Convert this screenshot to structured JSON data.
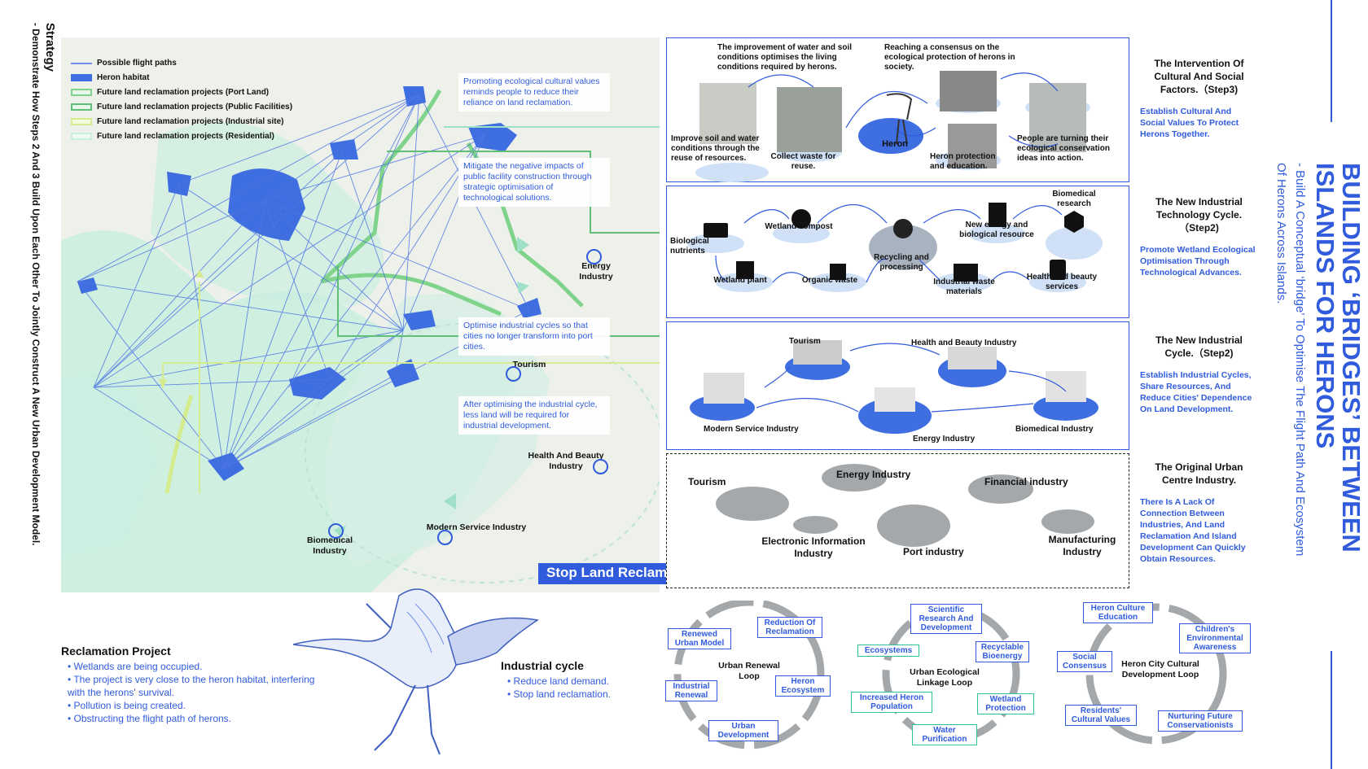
{
  "strategy": {
    "title": "Strategy",
    "subtitle": "- Demonstrate How Steps 2 And 3 Build Upon Each Other To Jointly Construct A New Urban Development Model."
  },
  "legend": [
    {
      "label": "Possible flight paths",
      "color": "#6f8fe8"
    },
    {
      "label": "Heron habitat",
      "color": "#3f6ee0"
    },
    {
      "label": "Future land reclamation projects (Port Land)",
      "color": "#7fd38a"
    },
    {
      "label": "Future land reclamation projects (Public Facilities)",
      "color": "#5fbf77"
    },
    {
      "label": "Future land reclamation projects (Industrial site)",
      "color": "#d4ec8e"
    },
    {
      "label": "Future land reclamation projects (Residential)",
      "color": "#c9efe0"
    }
  ],
  "map_notes": {
    "n1": "Promoting ecological cultural values reminds people to reduce their reliance on land reclamation.",
    "n2": "Mitigate the negative impacts of public facility construction through strategic optimisation of technological solutions.",
    "n3": "Optimise industrial cycles so that cities no longer transform into port cities.",
    "n4": "After optimising the industrial cycle, less land will be required for industrial development."
  },
  "map_labels": {
    "energy": "Energy Industry",
    "tourism": "Tourism",
    "health": "Health And Beauty Industry",
    "biomedical": "Biomedical Industry",
    "modern": "Modern Service Industry"
  },
  "stop_button": "Stop Land Reclamation!",
  "panel1": {
    "top_left": "The improvement of water and soil conditions optimises the living conditions required by herons.",
    "top_right": "Reaching a consensus on the ecological protection of herons in society.",
    "improve": "Improve soil and water conditions through the reuse of resources.",
    "collect": "Collect waste for reuse.",
    "heron": "Heron",
    "protection": "Heron protection and education.",
    "people": "People are turning their ecological conservation ideas into action."
  },
  "panel2": {
    "bio": "Biological nutrients",
    "compost": "Wetland compost",
    "plant": "Wetland plant",
    "organic": "Organic waste",
    "recycling": "Recycling and processing",
    "newenergy": "New energy and biological resource",
    "industrialwaste": "Industrial waste materials",
    "biomedical": "Biomedical research",
    "health": "Health and beauty services"
  },
  "panel3": {
    "tourism": "Tourism",
    "health": "Health and Beauty Industry",
    "modern": "Modern Service Industry",
    "energy": "Energy Industry",
    "biomedical": "Biomedical Industry"
  },
  "panel4": {
    "tourism": "Tourism",
    "energy": "Energy Industry",
    "financial": "Financial industry",
    "electronic": "Electronic Information Industry",
    "port": "Port industry",
    "manufacturing": "Manufacturing Industry"
  },
  "right_desc": [
    {
      "heading": "The Intervention Of Cultural And Social Factors.（Step3)",
      "body": "Establish Cultural And Social Values To Protect Herons Together."
    },
    {
      "heading": "The New Industrial Technology Cycle.（Step2)",
      "body": "Promote Wetland Ecological Optimisation Through Technological Advances."
    },
    {
      "heading": "The New Industrial Cycle.（Step2)",
      "body": "Establish Industrial Cycles, Share Resources, And Reduce Cities' Dependence On Land Development."
    },
    {
      "heading": "The Original Urban Centre Industry.",
      "body": "There Is A Lack Of Connection Between Industries, And Land Reclamation And Island Development Can Quickly Obtain Resources."
    }
  ],
  "big_title": {
    "line1": "BUILDING ‘BRIDGES’ BETWEEN",
    "line2": "ISLANDS FOR HERONS",
    "sub1": "- Build A Conceptual ‘bridge’ To Optimise The Flight Path And Ecosystem",
    "sub2": "Of Herons Across Islands."
  },
  "reclamation": {
    "heading": "Reclamation Project",
    "items": [
      "Wetlands are being occupied.",
      "The project is very close to the heron habitat, interfering with the herons' survival.",
      "Pollution is being created.",
      "Obstructing the flight path of herons."
    ]
  },
  "industrial_cycle": {
    "heading": "Industrial cycle",
    "items": [
      "Reduce land demand.",
      "Stop land reclamation."
    ]
  },
  "loop1": {
    "center": "Urban Renewal Loop",
    "renewed": "Renewed Urban Model",
    "reduction": "Reduction Of Reclamation",
    "industrial": "Industrial Renewal",
    "heron": "Heron Ecosystem",
    "urban": "Urban Development"
  },
  "loop2": {
    "center": "Urban Ecological Linkage Loop",
    "scientific": "Scientific Research And Development",
    "ecosystems": "Ecosystems",
    "recyclable": "Recyclable Bioenergy",
    "increased": "Increased Heron Population",
    "wetland": "Wetland Protection",
    "water": "Water Purification"
  },
  "loop3": {
    "center": "Heron City Cultural Development Loop",
    "culture": "Heron Culture Education",
    "children": "Children's Environmental Awareness",
    "social": "Social Consensus",
    "residents": "Residents' Cultural Values",
    "nurturing": "Nurturing Future Conservationists"
  }
}
